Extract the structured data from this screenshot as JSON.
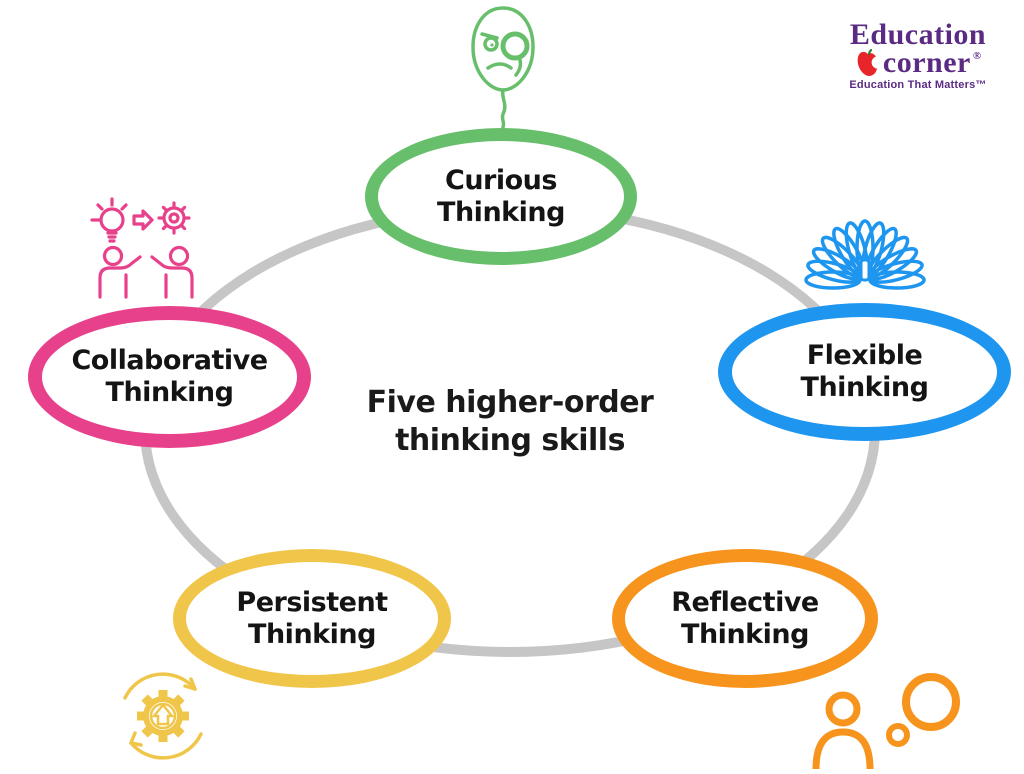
{
  "page": {
    "background": "#ffffff"
  },
  "title": {
    "text": "Five higher-order\nthinking skills",
    "color": "#1a1a1a"
  },
  "ring": {
    "color": "#c6c6c6"
  },
  "logo": {
    "word1": "Education",
    "word2": "corner",
    "registered_mark": "®",
    "tagline": "Education That Matters™",
    "text_color": "#5b2b84",
    "apple_color": "#e8252a"
  },
  "nodes": [
    {
      "id": "curious",
      "label": "Curious\nThinking",
      "color": "#68bf6b",
      "icon": "face-with-monocle-icon"
    },
    {
      "id": "flexible",
      "label": "Flexible\nThinking",
      "color": "#1e96f0",
      "icon": "fan-icon"
    },
    {
      "id": "collaborative",
      "label": "Collaborative\nThinking",
      "color": "#e8418c",
      "icon": "people-idea-to-gear-icon"
    },
    {
      "id": "persistent",
      "label": "Persistent\nThinking",
      "color": "#f0c64a",
      "icon": "gear-cycle-icon"
    },
    {
      "id": "reflective",
      "label": "Reflective\nThinking",
      "color": "#f7941e",
      "icon": "person-thought-bubbles-icon"
    }
  ]
}
